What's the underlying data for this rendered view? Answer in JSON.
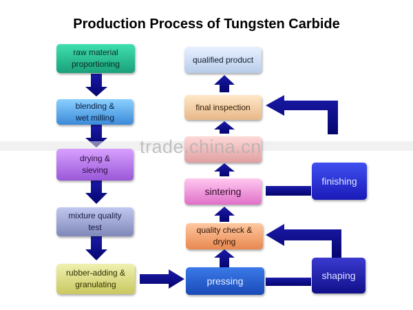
{
  "title": "Production Process of Tungsten Carbide",
  "watermark": "trade.china.cn",
  "steps": {
    "raw_material": "raw material\nproportioning",
    "blending": "blending &\nwet milling",
    "drying": "drying &\nsieving",
    "mixture": "mixture quality\ntest",
    "rubber": "rubber-adding &\ngranulating",
    "pressing": "pressing",
    "shaping": "shaping",
    "quality_check": "quality check &\ndrying",
    "sintering": "sintering",
    "finishing": "finishing",
    "final_inspection": "final inspection",
    "qualified": "qualified product"
  },
  "colors": {
    "arrow": "#0a0a8c",
    "title": "#000000"
  }
}
